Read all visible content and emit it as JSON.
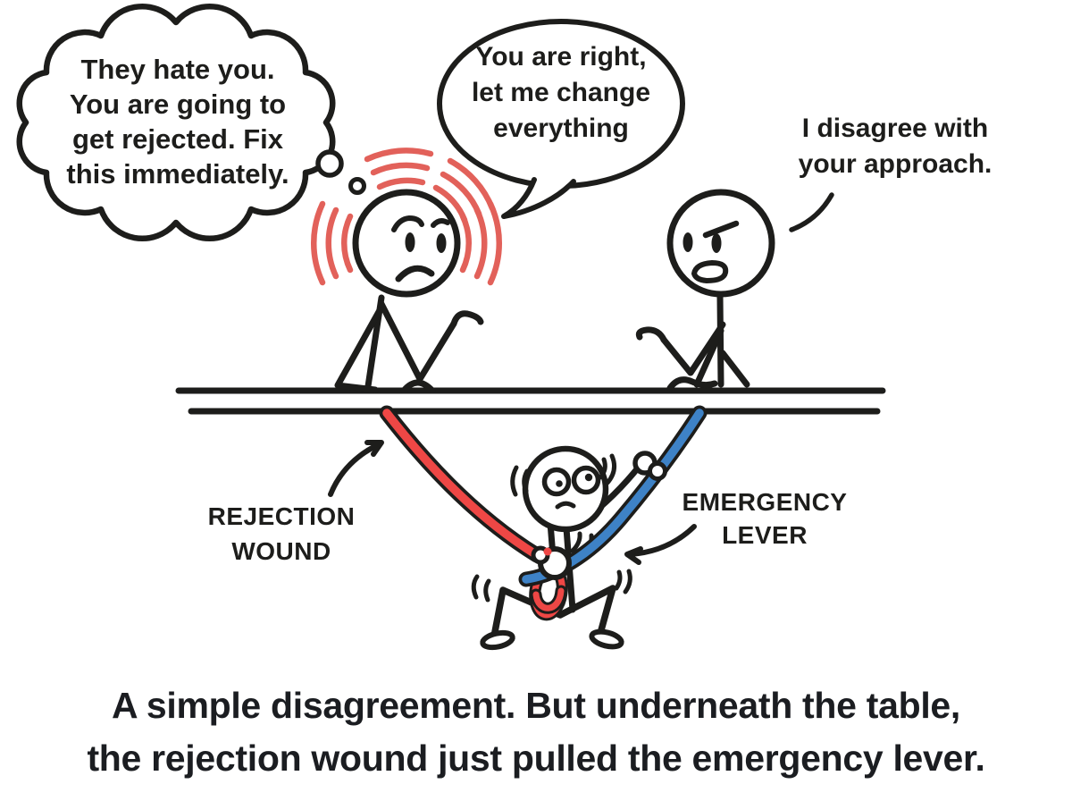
{
  "scene": {
    "description_visible_text_only": true,
    "colors": {
      "ink": "#1d1d1b",
      "stress_arcs_red": "#e2615a",
      "rope_red": "#ee4745",
      "rope_blue": "#3e82c6",
      "caption_text": "#1b1d21",
      "background": "#ffffff"
    },
    "thought_bubble": {
      "lines": [
        "They hate you.",
        "You are going to",
        "get rejected. Fix",
        "this immediately."
      ]
    },
    "speech_bubble": {
      "lines": [
        "You are right,",
        "let me change",
        "everything"
      ]
    },
    "right_person_speech": {
      "lines": [
        "I disagree with",
        "your approach."
      ]
    },
    "labels": {
      "rejection_wound": {
        "lines": [
          "REJECTION",
          "WOUND"
        ]
      },
      "emergency_lever": {
        "lines": [
          "EMERGENCY",
          "LEVER"
        ]
      }
    },
    "caption": {
      "lines": [
        "A simple disagreement. But underneath the table,",
        "the rejection wound just pulled the emergency lever."
      ]
    }
  }
}
